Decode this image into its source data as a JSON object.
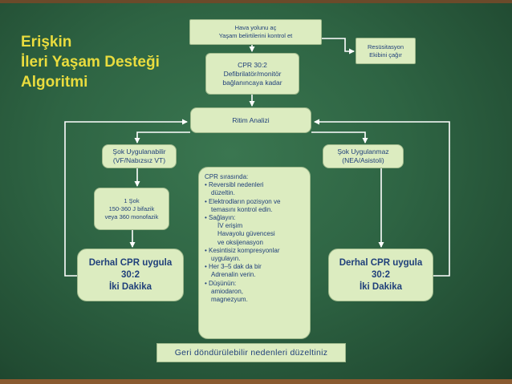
{
  "title": [
    "Erişkin",
    "İleri Yaşam Desteği",
    "Algoritmi"
  ],
  "airway": [
    "Hava yolunu aç",
    "Yaşam belirtilerini kontrol et"
  ],
  "resus": [
    "Resüsitasyon",
    "Ekibini çağır"
  ],
  "cpr_top": [
    "CPR 30:2",
    "Defibrilatör/monitör",
    "bağlanıncaya kadar"
  ],
  "rhythm": "Ritim Analizi",
  "shockable": [
    "Şok Uygulanabilir",
    "(VF/Nabızsız VT)"
  ],
  "nonshockable": [
    "Şok Uygulanmaz",
    "(NEA/Asistoli)"
  ],
  "shock": [
    "1 Şok",
    "150-360 J bifazik",
    "veya 360 monofazik"
  ],
  "cpr_left": [
    "Derhal CPR uygula",
    "30:2",
    "İki Dakika"
  ],
  "cpr_right": [
    "Derhal CPR uygula",
    "30:2",
    "İki Dakika"
  ],
  "during_cpr": [
    "CPR sırasında:",
    "• Reversibl nedenleri",
    "düzeltin.",
    "• Elektrodların pozisyon ve",
    "temasını kontrol edin.",
    "• Sağlayın:",
    "İV erişim",
    "Havayolu güvencesi",
    "ve oksijenasyon",
    "• Kesintisiz kompresyonlar",
    "uygulayın.",
    "• Her 3–5 dak da bir",
    "Adrenalin verin.",
    "• Düşünün:",
    "amiodaron,",
    "magnezyum."
  ],
  "footer": "Geri döndürülebilir nedenleri düzeltiniz",
  "colors": {
    "title": "#e9dc3e",
    "box_fill": "#dcecc0",
    "box_text": "#1f3f7a",
    "line": "#ffffff"
  }
}
